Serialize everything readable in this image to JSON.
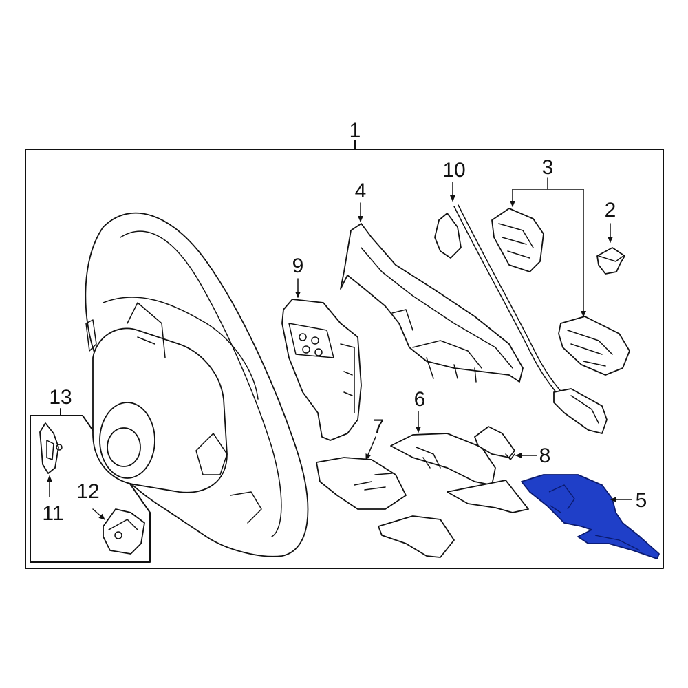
{
  "diagram": {
    "highlight_color": "#1f3fc8",
    "callouts": [
      {
        "id": "1",
        "text": "1"
      },
      {
        "id": "2",
        "text": "2"
      },
      {
        "id": "3",
        "text": "3"
      },
      {
        "id": "4",
        "text": "4"
      },
      {
        "id": "5",
        "text": "5"
      },
      {
        "id": "6",
        "text": "6"
      },
      {
        "id": "7",
        "text": "7"
      },
      {
        "id": "8",
        "text": "8"
      },
      {
        "id": "9",
        "text": "9"
      },
      {
        "id": "10",
        "text": "10"
      },
      {
        "id": "11",
        "text": "11"
      },
      {
        "id": "12",
        "text": "12"
      },
      {
        "id": "13",
        "text": "13"
      }
    ]
  }
}
